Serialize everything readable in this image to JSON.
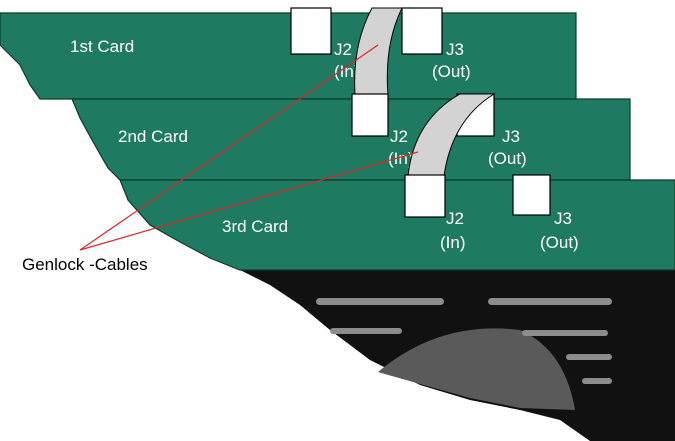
{
  "colors": {
    "card_fill": "#1f7a62",
    "card_edge": "#0d3a2c",
    "connector_fill": "#ffffff",
    "ribbon_fill": "#d3d3d3",
    "lead_line": "#e0242a",
    "chassis_fill": "#111111",
    "bar_fill": "#8c8c8c",
    "arch_fill": "#5a5a5a"
  },
  "cards": [
    {
      "id": "card1",
      "label": "1st Card",
      "j2": {
        "name": "J2",
        "sub": "(In)"
      },
      "j3": {
        "name": "J3",
        "sub": "(Out)"
      }
    },
    {
      "id": "card2",
      "label": "2nd Card",
      "j2": {
        "name": "J2",
        "sub": "(In)"
      },
      "j3": {
        "name": "J3",
        "sub": "(Out)"
      }
    },
    {
      "id": "card3",
      "label": "3rd Card",
      "j2": {
        "name": "J2",
        "sub": "(In)"
      },
      "j3": {
        "name": "J3",
        "sub": "(Out)"
      }
    }
  ],
  "callout": {
    "label": "Genlock -Cables"
  }
}
